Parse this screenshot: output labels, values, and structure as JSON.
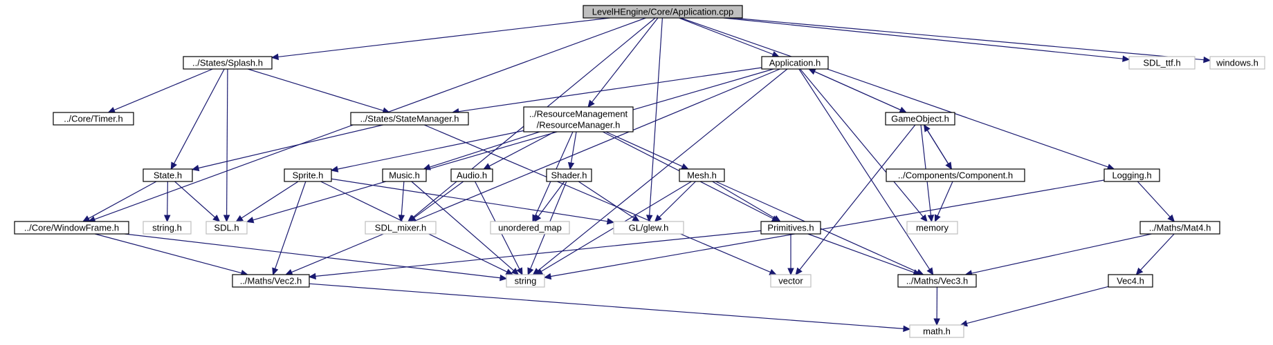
{
  "colors": {
    "edge": "#191970",
    "node_border_project": "#000000",
    "node_border_external": "#bfbfbf",
    "node_fill": "#ffffff",
    "root_fill": "#bfbfbf",
    "text": "#000000"
  },
  "nodes": [
    {
      "id": "app_cpp",
      "lines": [
        "LevelHEngine/Core/Application.cpp"
      ],
      "kind": "root"
    },
    {
      "id": "splash",
      "lines": [
        "../States/Splash.h"
      ],
      "kind": "project"
    },
    {
      "id": "application_h",
      "lines": [
        "Application.h"
      ],
      "kind": "project"
    },
    {
      "id": "sdl_ttf",
      "lines": [
        "SDL_ttf.h"
      ],
      "kind": "external"
    },
    {
      "id": "windows",
      "lines": [
        "windows.h"
      ],
      "kind": "external"
    },
    {
      "id": "timer",
      "lines": [
        "../Core/Timer.h"
      ],
      "kind": "project"
    },
    {
      "id": "statemanager",
      "lines": [
        "../States/StateManager.h"
      ],
      "kind": "project"
    },
    {
      "id": "resourcemanager",
      "lines": [
        "../ResourceManagement",
        "/ResourceManager.h"
      ],
      "kind": "project"
    },
    {
      "id": "gameobject",
      "lines": [
        "GameObject.h"
      ],
      "kind": "project"
    },
    {
      "id": "state",
      "lines": [
        "State.h"
      ],
      "kind": "project"
    },
    {
      "id": "sprite",
      "lines": [
        "Sprite.h"
      ],
      "kind": "project"
    },
    {
      "id": "music",
      "lines": [
        "Music.h"
      ],
      "kind": "project"
    },
    {
      "id": "audio",
      "lines": [
        "Audio.h"
      ],
      "kind": "project"
    },
    {
      "id": "shader",
      "lines": [
        "Shader.h"
      ],
      "kind": "project"
    },
    {
      "id": "mesh",
      "lines": [
        "Mesh.h"
      ],
      "kind": "project"
    },
    {
      "id": "component",
      "lines": [
        "../Components/Component.h"
      ],
      "kind": "project"
    },
    {
      "id": "logging",
      "lines": [
        "Logging.h"
      ],
      "kind": "project"
    },
    {
      "id": "windowframe",
      "lines": [
        "../Core/WindowFrame.h"
      ],
      "kind": "project"
    },
    {
      "id": "string_h",
      "lines": [
        "string.h"
      ],
      "kind": "external"
    },
    {
      "id": "sdl_h",
      "lines": [
        "SDL.h"
      ],
      "kind": "external"
    },
    {
      "id": "sdl_mixer",
      "lines": [
        "SDL_mixer.h"
      ],
      "kind": "external"
    },
    {
      "id": "unordered_map",
      "lines": [
        "unordered_map"
      ],
      "kind": "external"
    },
    {
      "id": "glew",
      "lines": [
        "GL/glew.h"
      ],
      "kind": "external"
    },
    {
      "id": "primitives",
      "lines": [
        "Primitives.h"
      ],
      "kind": "project"
    },
    {
      "id": "memory",
      "lines": [
        "memory"
      ],
      "kind": "external"
    },
    {
      "id": "mat4",
      "lines": [
        "../Maths/Mat4.h"
      ],
      "kind": "project"
    },
    {
      "id": "vec2",
      "lines": [
        "../Maths/Vec2.h"
      ],
      "kind": "project"
    },
    {
      "id": "string",
      "lines": [
        "string"
      ],
      "kind": "external"
    },
    {
      "id": "vector",
      "lines": [
        "vector"
      ],
      "kind": "external"
    },
    {
      "id": "vec3",
      "lines": [
        "../Maths/Vec3.h"
      ],
      "kind": "project"
    },
    {
      "id": "vec4",
      "lines": [
        "Vec4.h"
      ],
      "kind": "project"
    },
    {
      "id": "math",
      "lines": [
        "math.h"
      ],
      "kind": "external"
    }
  ],
  "edges": [
    [
      "app_cpp",
      "splash"
    ],
    [
      "app_cpp",
      "application_h"
    ],
    [
      "app_cpp",
      "sdl_ttf"
    ],
    [
      "app_cpp",
      "windows"
    ],
    [
      "app_cpp",
      "windowframe"
    ],
    [
      "app_cpp",
      "sdl_mixer"
    ],
    [
      "app_cpp",
      "resourcemanager"
    ],
    [
      "app_cpp",
      "glew"
    ],
    [
      "app_cpp",
      "logging"
    ],
    [
      "splash",
      "timer"
    ],
    [
      "splash",
      "statemanager"
    ],
    [
      "splash",
      "state"
    ],
    [
      "splash",
      "sdl_h"
    ],
    [
      "application_h",
      "statemanager"
    ],
    [
      "application_h",
      "gameobject"
    ],
    [
      "application_h",
      "sdl_h"
    ],
    [
      "application_h",
      "vec2"
    ],
    [
      "application_h",
      "string"
    ],
    [
      "application_h",
      "memory"
    ],
    [
      "application_h",
      "vec3"
    ],
    [
      "statemanager",
      "state"
    ],
    [
      "statemanager",
      "vector"
    ],
    [
      "resourcemanager",
      "sprite"
    ],
    [
      "resourcemanager",
      "music"
    ],
    [
      "resourcemanager",
      "audio"
    ],
    [
      "resourcemanager",
      "shader"
    ],
    [
      "resourcemanager",
      "mesh"
    ],
    [
      "resourcemanager",
      "unordered_map"
    ],
    [
      "resourcemanager",
      "primitives"
    ],
    [
      "gameobject",
      "application_h"
    ],
    [
      "gameobject",
      "component"
    ],
    [
      "gameobject",
      "memory"
    ],
    [
      "gameobject",
      "vector"
    ],
    [
      "component",
      "gameobject"
    ],
    [
      "component",
      "memory"
    ],
    [
      "state",
      "windowframe"
    ],
    [
      "state",
      "string_h"
    ],
    [
      "state",
      "sdl_h"
    ],
    [
      "sprite",
      "sdl_h"
    ],
    [
      "sprite",
      "vec2"
    ],
    [
      "sprite",
      "string"
    ],
    [
      "sprite",
      "glew"
    ],
    [
      "music",
      "sdl_mixer"
    ],
    [
      "music",
      "string"
    ],
    [
      "audio",
      "sdl_mixer"
    ],
    [
      "audio",
      "string"
    ],
    [
      "shader",
      "unordered_map"
    ],
    [
      "shader",
      "glew"
    ],
    [
      "shader",
      "string"
    ],
    [
      "mesh",
      "glew"
    ],
    [
      "mesh",
      "primitives"
    ],
    [
      "mesh",
      "string"
    ],
    [
      "mesh",
      "vec3"
    ],
    [
      "logging",
      "string"
    ],
    [
      "logging",
      "mat4"
    ],
    [
      "windowframe",
      "vec2"
    ],
    [
      "windowframe",
      "string"
    ],
    [
      "primitives",
      "vec2"
    ],
    [
      "primitives",
      "vector"
    ],
    [
      "primitives",
      "vec3"
    ],
    [
      "mat4",
      "vec3"
    ],
    [
      "mat4",
      "vec4"
    ],
    [
      "vec2",
      "math"
    ],
    [
      "vec3",
      "math"
    ],
    [
      "vec4",
      "math"
    ]
  ]
}
